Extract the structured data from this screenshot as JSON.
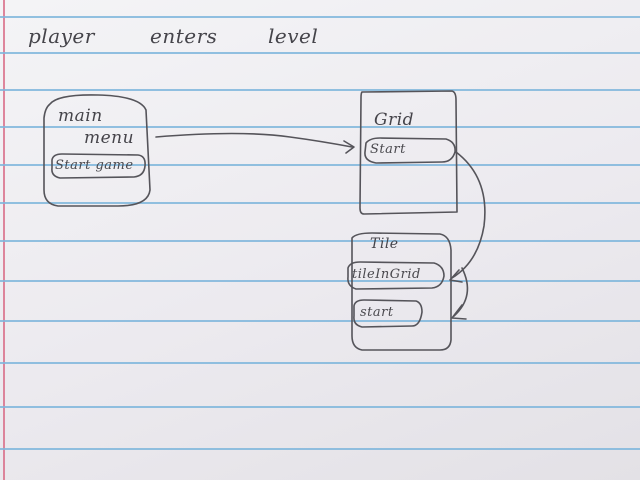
{
  "heading": {
    "word1": "player",
    "word2": "enters",
    "word3": "level"
  },
  "main_menu": {
    "title_line1": "main",
    "title_line2": "menu",
    "button": "Start game"
  },
  "grid": {
    "title": "Grid",
    "method": "Start"
  },
  "tile": {
    "title": "Tile",
    "method1": "tileInGrid",
    "method2": "start"
  },
  "colors": {
    "ink": "#45444a",
    "rule": "#7fb6dc",
    "margin": "#d86a86",
    "paper": "#eeedf0"
  }
}
